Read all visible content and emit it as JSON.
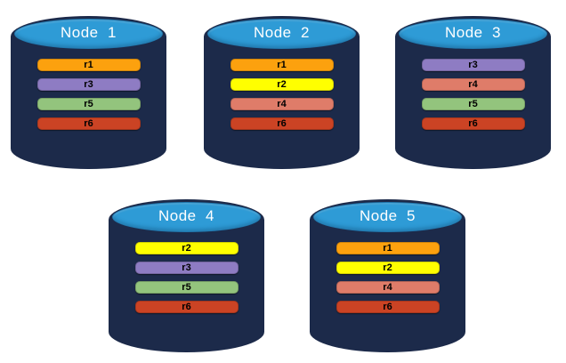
{
  "diagram": {
    "description": "Five database nodes (cylinders) showing replica placement",
    "colors": {
      "background": "#FFFFFF",
      "cylinder_body": "#1C2A4A",
      "cylinder_top": "#2E9BD6",
      "node_label_text": "#FFFFFF",
      "replica_label_text": "#000000"
    },
    "replica_colors": {
      "r1": "#FCA10E",
      "r2": "#FFFF00",
      "r3": "#8E7CC3",
      "r4": "#DF7C69",
      "r5": "#93C47D",
      "r6": "#CB4324"
    },
    "nodes": [
      {
        "label": "Node  1",
        "replicas": [
          "r1",
          "r3",
          "r5",
          "r6"
        ]
      },
      {
        "label": "Node  2",
        "replicas": [
          "r1",
          "r2",
          "r4",
          "r6"
        ]
      },
      {
        "label": "Node  3",
        "replicas": [
          "r3",
          "r4",
          "r5",
          "r6"
        ]
      },
      {
        "label": "Node  4",
        "replicas": [
          "r2",
          "r3",
          "r5",
          "r6"
        ]
      },
      {
        "label": "Node  5",
        "replicas": [
          "r1",
          "r2",
          "r4",
          "r6"
        ]
      }
    ]
  }
}
